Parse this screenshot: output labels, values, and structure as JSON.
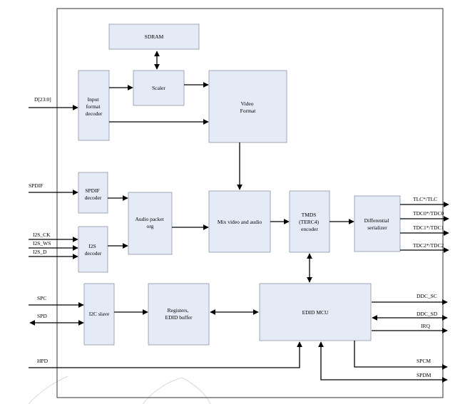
{
  "blocks": {
    "sdram": [
      "SDRAM"
    ],
    "input_decoder": [
      "Input",
      "format",
      "decoder"
    ],
    "scaler": [
      "Scaler"
    ],
    "video_format": [
      "Video",
      "Format"
    ],
    "spdif_decoder": [
      "SPDIF",
      "decoder"
    ],
    "audio_packet": [
      "Audio packet",
      "org"
    ],
    "mix": [
      "Mix video and audio"
    ],
    "tmds": [
      "TMDS",
      "(TERC4)",
      "encoder"
    ],
    "serializer": [
      "Differential",
      "serializer"
    ],
    "i2s_decoder": [
      "I2S",
      "decoder"
    ],
    "i2c_slave": [
      "I2C slave"
    ],
    "registers": [
      "Registers,",
      "EDID buffer"
    ],
    "edid_mcu": [
      "EDID MCU"
    ]
  },
  "inputs": {
    "d": "D[23:0]",
    "spdif": "SPDIF",
    "i2s_ck": "I2S_CK",
    "i2s_ws": "I2S_WS",
    "i2s_d": "I2S_D",
    "spc": "SPC",
    "spd": "SPD",
    "hpd": "HPD"
  },
  "outputs": {
    "tlc": "TLC*/TLC",
    "tdc0": "TDC0*/TDC0",
    "tdc1": "TDC1*/TDC1",
    "tdc2": "TDC2*/TDC2",
    "ddc_sc": "DDC_SC",
    "ddc_sd": "DDC_SD",
    "irq": "IRQ",
    "spcm": "SPCM",
    "spdm": "SPDM"
  }
}
